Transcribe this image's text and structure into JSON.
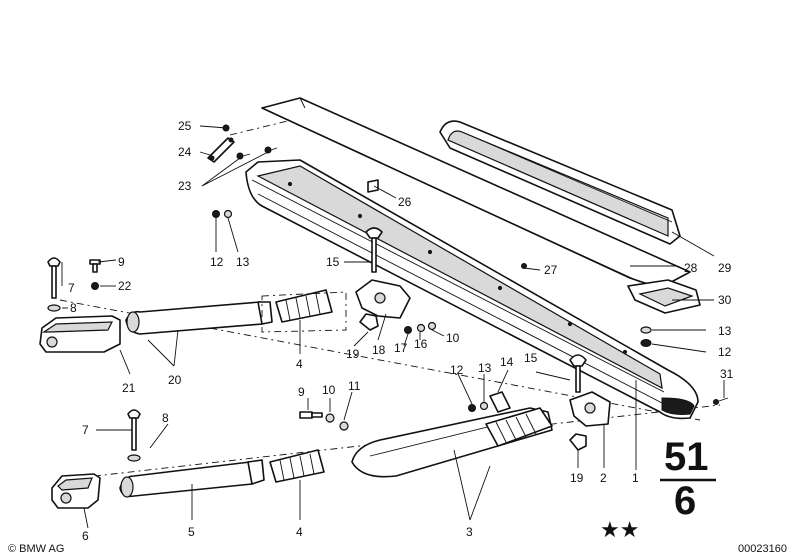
{
  "callouts": {
    "c1": "1",
    "c2": "2",
    "c3": "3",
    "c4_top": "4",
    "c4_bottom": "4",
    "c5": "5",
    "c6": "6",
    "c7_top": "7",
    "c7_bottom": "7",
    "c8_top": "8",
    "c8_bottom": "8",
    "c9_top": "9",
    "c9_bottom": "9",
    "c10_top": "10",
    "c10_bottom": "10",
    "c11": "11",
    "c12_left": "12",
    "c12_mid": "12",
    "c12_right": "12",
    "c13_left": "13",
    "c13_mid": "13",
    "c13_right": "13",
    "c14": "14",
    "c15_top": "15",
    "c15_bottom": "15",
    "c16": "16",
    "c17": "17",
    "c18": "18",
    "c19_top": "19",
    "c19_bottom": "19",
    "c20": "20",
    "c21": "21",
    "c22": "22",
    "c23": "23",
    "c24": "24",
    "c25": "25",
    "c26": "26",
    "c27": "27",
    "c28": "28",
    "c29": "29",
    "c30": "30",
    "c31": "31"
  },
  "group": {
    "main": "51",
    "sub": "6"
  },
  "stars": "★★",
  "footer": {
    "copyright": "© BMW AG",
    "image_number": "00023160"
  }
}
